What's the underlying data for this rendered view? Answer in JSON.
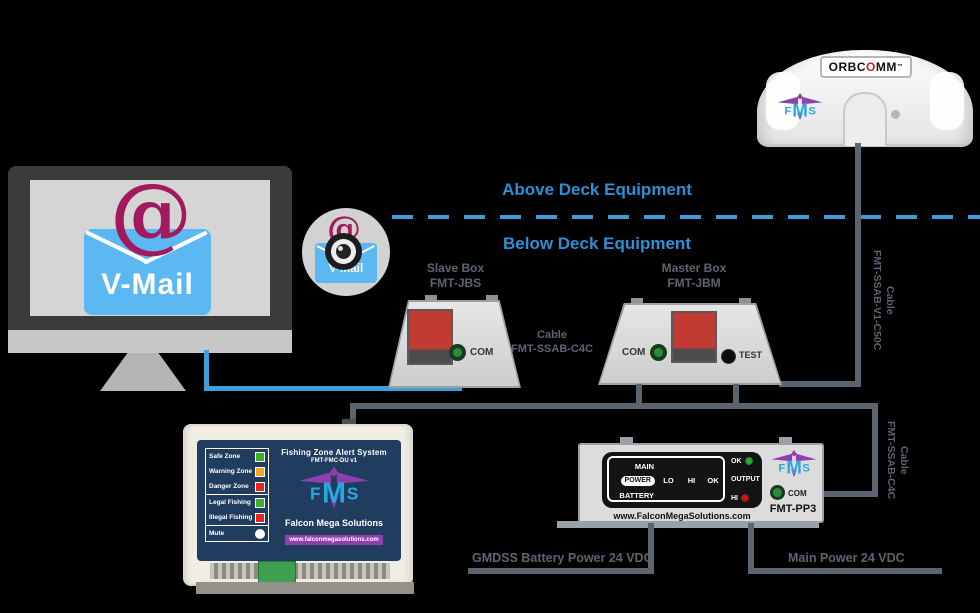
{
  "deck": {
    "above": "Above Deck Equipment",
    "below": "Below Deck Equipment"
  },
  "monitor": {
    "at": "@",
    "label": "V-Mail"
  },
  "mini_icon": {
    "at": "@",
    "label": "V-Mail"
  },
  "antenna": {
    "brand": {
      "pre": "ORBC",
      "o": "O",
      "post": "MM",
      "tm": "™"
    }
  },
  "logo": {
    "f": "F",
    "m": "M",
    "s": "S"
  },
  "slave_box": {
    "name": "Slave Box",
    "model": "FMT-JBS",
    "com_label": "COM"
  },
  "master_box": {
    "name": "Master Box",
    "model": "FMT-JBM",
    "com_label": "COM",
    "test_label": "TEST"
  },
  "cables": {
    "slave_master": {
      "word": "Cable",
      "part": "FMT-SSAB-C4C"
    },
    "antenna_master": {
      "word": "Cable",
      "part": "FMT-SSAB-V1-C50C"
    },
    "master_pp3": {
      "word": "Cable",
      "part": "FMT-SSAB-C4C"
    }
  },
  "alert_system": {
    "title": "Fishing Zone Alert System",
    "model": "FMT-FMC-DU v1",
    "zones": [
      {
        "label": "Safe Zone",
        "indicator": "green"
      },
      {
        "label": "Warning Zone",
        "indicator": "orange"
      },
      {
        "label": "Danger Zone",
        "indicator": "red"
      },
      {
        "label": "Legal Fishing",
        "indicator": "green"
      },
      {
        "label": "Illegal Fishing",
        "indicator": "red"
      },
      {
        "label": "Mute",
        "indicator": "white-circle"
      }
    ],
    "company": "Falcon Mega Solutions",
    "website": "www.falconmegasolutions.com"
  },
  "pp3": {
    "row_main": "MAIN",
    "row_power": "POWER",
    "row_battery": "BATTERY",
    "col_lo": "LO",
    "col_hi": "HI",
    "col_ok": "OK",
    "out_ok": "OK",
    "out_label": "OUTPUT",
    "out_hi": "HI",
    "website": "www.FalconMegaSolutions.com",
    "com_label": "COM",
    "model": "FMT-PP3"
  },
  "power": {
    "gmdss": "GMDSS Battery Power 24 VDC",
    "main": "Main Power 24 VDC"
  },
  "colors": {
    "accent_blue": "#2d8fd5",
    "wire_gray": "#5b6570",
    "wire_blue": "#3f9fd8",
    "magenta": "#a21a5e",
    "envelope_blue": "#5cb8f2",
    "navy_panel": "#203c5e",
    "brand_purple": "#8f3fae",
    "brand_cyan": "#29a8e0",
    "safe_green": "#3fae2a",
    "warning_orange": "#f5a623",
    "danger_red": "#e8251d",
    "led_yellow": "#b3a633",
    "led_red": "#9c1d1d",
    "led_green": "#1f7a1f",
    "orbcomm_red": "#cc1f1f"
  }
}
